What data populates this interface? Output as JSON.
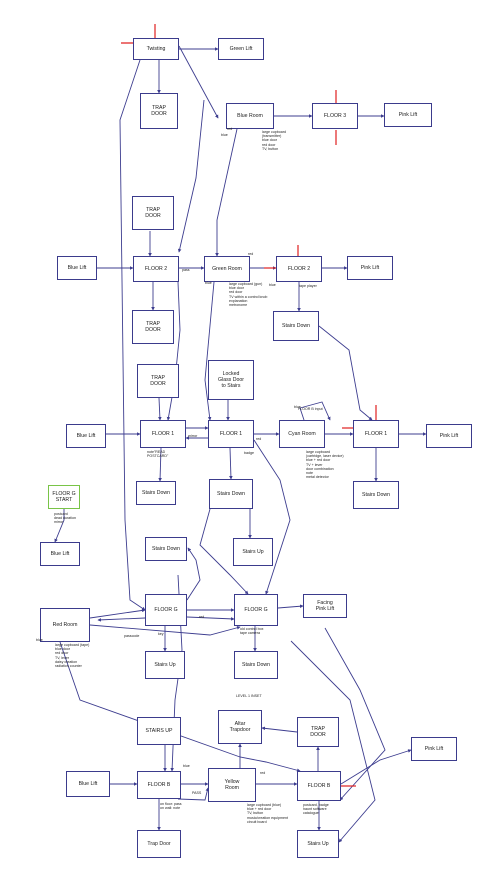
{
  "colors": {
    "edge": "#3d3d8f",
    "node_border": "#3b3b8c",
    "start_border": "#79c447",
    "marker": "#e02020"
  },
  "nodes": [
    {
      "id": "twisting",
      "label": "Twisting"
    },
    {
      "id": "green-lift",
      "label": "Green Lift"
    },
    {
      "id": "trap-door-1",
      "label": "TRAP\nDOOR"
    },
    {
      "id": "blue-room",
      "label": "Blue Room"
    },
    {
      "id": "floor-3",
      "label": "FLOOR 3"
    },
    {
      "id": "pink-lift-1",
      "label": "Pink Lift"
    },
    {
      "id": "trap-door-2",
      "label": "TRAP\nDOOR"
    },
    {
      "id": "blue-lift-1",
      "label": "Blue Lift"
    },
    {
      "id": "floor-2-left",
      "label": "FLOOR 2"
    },
    {
      "id": "green-room",
      "label": "Green Room"
    },
    {
      "id": "floor-2-right",
      "label": "FLOOR 2"
    },
    {
      "id": "pink-lift-2",
      "label": "Pink Lift"
    },
    {
      "id": "trap-door-3",
      "label": "TRAP\nDOOR"
    },
    {
      "id": "stairs-down-1",
      "label": "Stairs Down"
    },
    {
      "id": "trap-door-4",
      "label": "TRAP\nDOOR"
    },
    {
      "id": "locked-glass-door",
      "label": "Locked\nGlass Door\nto Stairs"
    },
    {
      "id": "blue-lift-2",
      "label": "Blue Lift"
    },
    {
      "id": "floor-1-left",
      "label": "FLOOR 1"
    },
    {
      "id": "floor-1-mid",
      "label": "FLOOR 1"
    },
    {
      "id": "cyan-room",
      "label": "Cyan Room"
    },
    {
      "id": "floor-1-right",
      "label": "FLOOR 1"
    },
    {
      "id": "pink-lift-3",
      "label": "Pink Lift"
    },
    {
      "id": "stairs-down-2",
      "label": "Stairs Down"
    },
    {
      "id": "stairs-down-3",
      "label": "Stairs Down"
    },
    {
      "id": "stairs-down-4",
      "label": "Stairs Down"
    },
    {
      "id": "floor-g-start",
      "label": "FLOOR G\nSTART",
      "start": true
    },
    {
      "id": "blue-lift-3",
      "label": "Blue Lift"
    },
    {
      "id": "stairs-down-5",
      "label": "Stairs Down"
    },
    {
      "id": "stairs-up-1",
      "label": "Stairs Up"
    },
    {
      "id": "red-room",
      "label": "Red Room"
    },
    {
      "id": "floor-g-left",
      "label": "FLOOR G"
    },
    {
      "id": "floor-g-right",
      "label": "FLOOR G"
    },
    {
      "id": "facing-pink-lift",
      "label": "Facing\nPink Lift"
    },
    {
      "id": "stairs-up-2",
      "label": "Stairs Up"
    },
    {
      "id": "stairs-down-6",
      "label": "Stairs Down"
    },
    {
      "id": "altar-trapdoor",
      "label": "Altar\nTrapdoor"
    },
    {
      "id": "trap-door-5",
      "label": "TRAP\nDOOR"
    },
    {
      "id": "stairs-up-3",
      "label": "STAIRS UP"
    },
    {
      "id": "pink-lift-4",
      "label": "Pink Lift"
    },
    {
      "id": "blue-lift-4",
      "label": "Blue Lift"
    },
    {
      "id": "floor-b-left",
      "label": "FLOOR B"
    },
    {
      "id": "yellow-room",
      "label": "Yellow\nRoom"
    },
    {
      "id": "floor-b-right",
      "label": "FLOOR B"
    },
    {
      "id": "trap-door-6",
      "label": "Trap Door"
    },
    {
      "id": "stairs-up-4",
      "label": "Stairs Up"
    }
  ],
  "notes": [
    "large cupboard\n(transmitter)\nblue door\nred door\nTV, button",
    "large cupboard (gun)\nblue door\nred door\nTV within a control knob\nexplanation\nmetronome",
    "tape player",
    "FLOOR B input",
    "large cupboard\n(cartridge, laser device)\nblue + red door\nTV + lever\ndoor combination\nnote\nmetal detector",
    "note\"READ\nPOSTCARD\"",
    "postcard\ndead duration\nmirror",
    "large cupboard (tape)\nblue door\nred door\nTV, lever\ndaisy creation\nradiation counter",
    "old control box\ntape camera",
    "LEVEL 1 INSET",
    "large cupboard (blue)\nblue + red door\nTV, button\nmusic/creation equipment\ncircuit board",
    "postcard, badge\nhaunt software\ncatalogue",
    "on floor: pass\non wall: note"
  ],
  "edge_labels": [
    "blue",
    "red",
    "blue",
    "pass",
    "red",
    "blue",
    "mirror",
    "badge",
    "blue",
    "red",
    "key",
    "passcode",
    "red",
    "blue",
    "blue",
    "red",
    "PASS"
  ]
}
